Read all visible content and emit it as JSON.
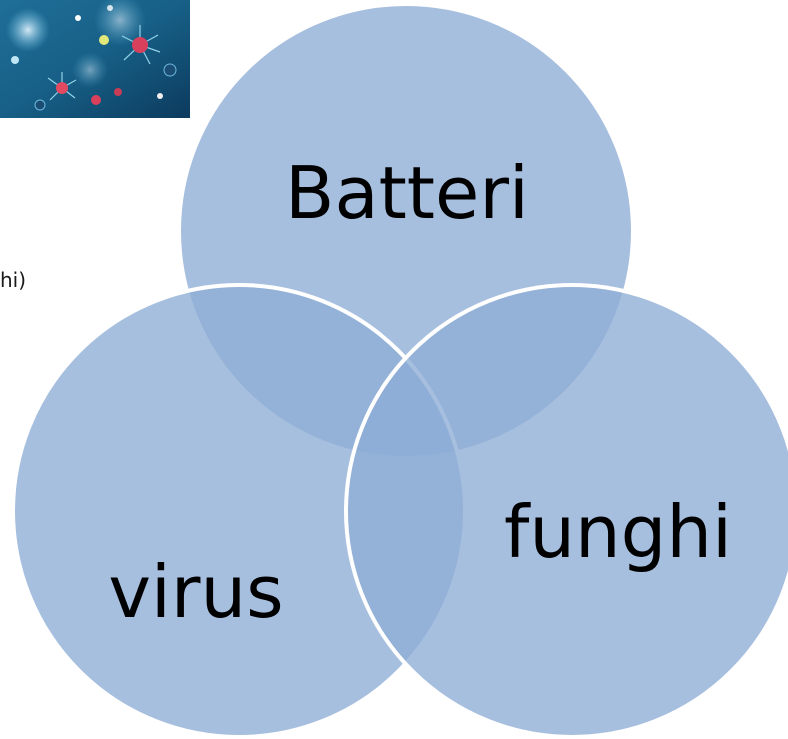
{
  "side_text": "hi)",
  "venn": {
    "sets": [
      {
        "id": "top",
        "label": "Batteri"
      },
      {
        "id": "left",
        "label": "virus"
      },
      {
        "id": "right",
        "label": "funghi"
      }
    ]
  },
  "colors": {
    "circle_fill": "#8eadd6",
    "circle_stroke": "#ffffff",
    "background": "#ffffff",
    "label": "#000000"
  },
  "image": {
    "icon": "virus-microscopy-image"
  }
}
